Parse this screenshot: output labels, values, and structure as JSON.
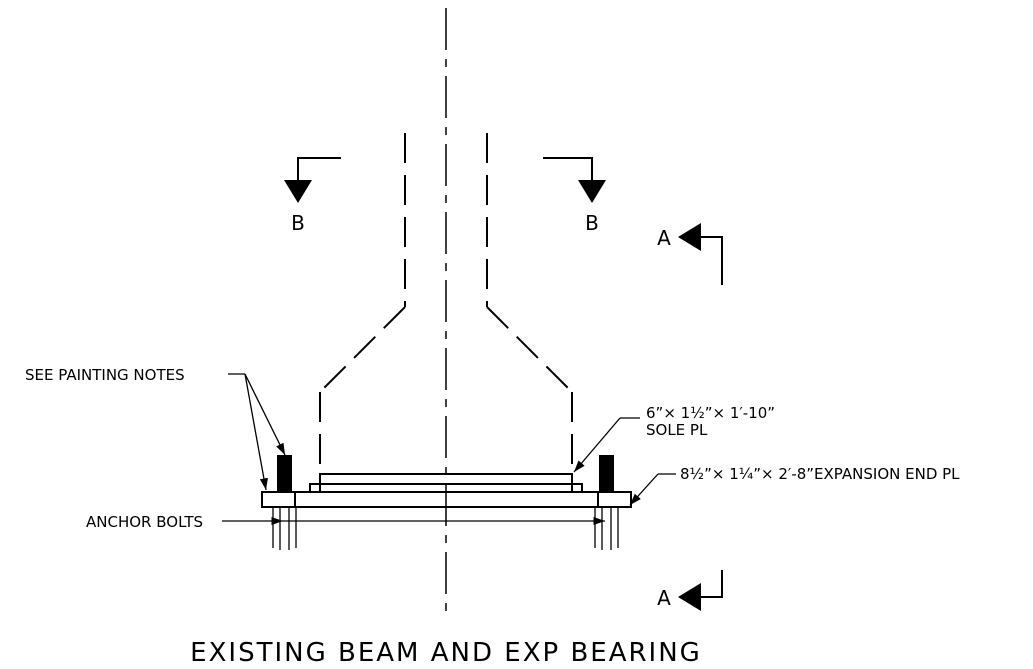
{
  "drawing": {
    "title": "EXISTING BEAM AND EXP BEARING",
    "section_b_label": "B",
    "section_a_label": "A",
    "notes": {
      "painting": "SEE PAINTING NOTES",
      "anchor_bolts": "ANCHOR BOLTS",
      "sole_pl_line1": "6”× 1½”× 1′-10”",
      "sole_pl_line2": "SOLE PL",
      "expansion_pl": "8½”× 1¼”× 2′-8”EXPANSION END PL"
    }
  }
}
